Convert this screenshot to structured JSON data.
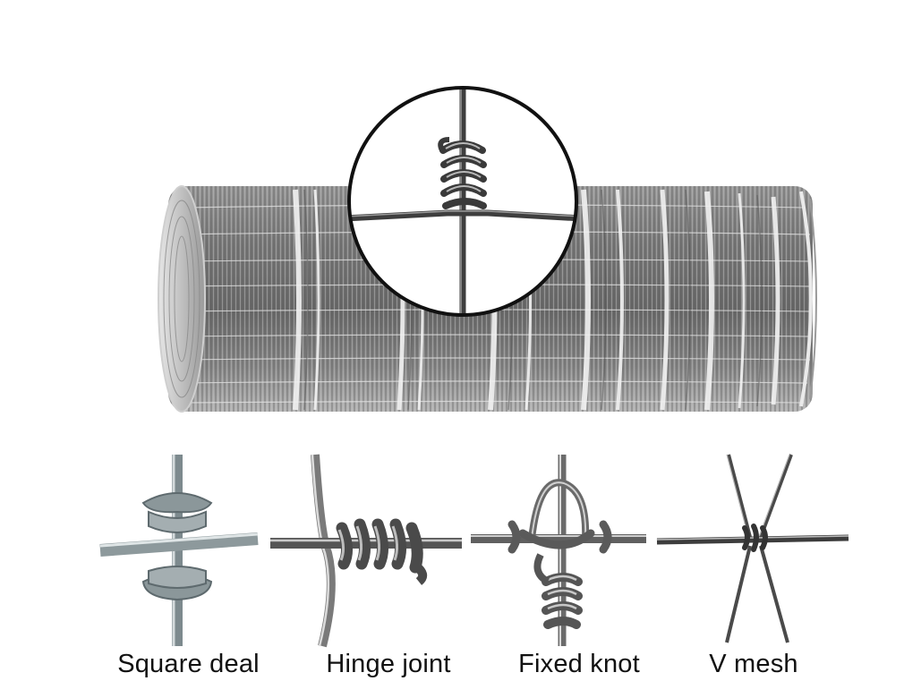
{
  "colors": {
    "wire_dark": "#4a4a4a",
    "wire_light": "#d8d8d8",
    "background": "#ffffff",
    "label_text": "#111111"
  },
  "knots": [
    {
      "label": "Square deal",
      "icon": "square-deal-knot-icon"
    },
    {
      "label": "Hinge joint",
      "icon": "hinge-joint-knot-icon"
    },
    {
      "label": "Fixed knot",
      "icon": "fixed-knot-icon"
    },
    {
      "label": "V mesh",
      "icon": "v-mesh-knot-icon"
    }
  ]
}
